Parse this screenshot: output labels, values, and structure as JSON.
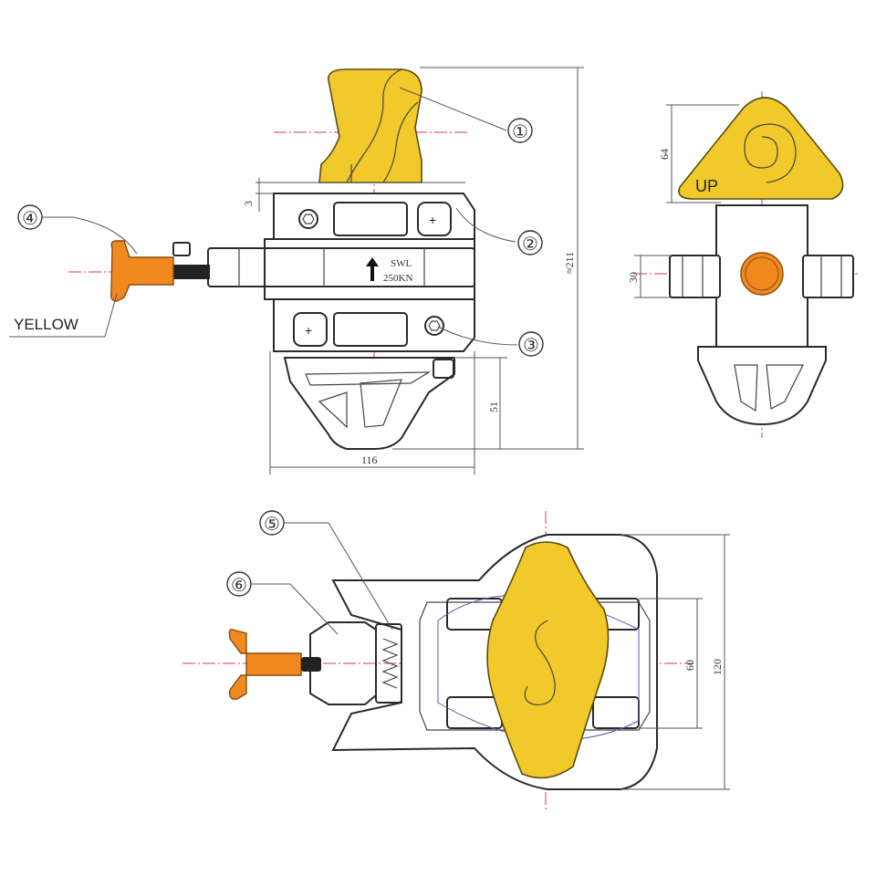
{
  "callouts": [
    "①",
    "②",
    "③",
    "④",
    "⑤",
    "⑥"
  ],
  "labels": {
    "yellow": "YELLOW",
    "up": "UP",
    "swl": "SWL",
    "rating": "250KN"
  },
  "dimensions": {
    "d3": "3",
    "d211": "≈211",
    "d51": "51",
    "d116": "116",
    "d64": "64",
    "d30": "30",
    "d60": "60",
    "d120": "120"
  },
  "colors": {
    "handle_yellow": "#f2c92a",
    "pin_orange": "#f08a1f",
    "centerline": "#d6336c",
    "line": "#2a2a2a"
  }
}
